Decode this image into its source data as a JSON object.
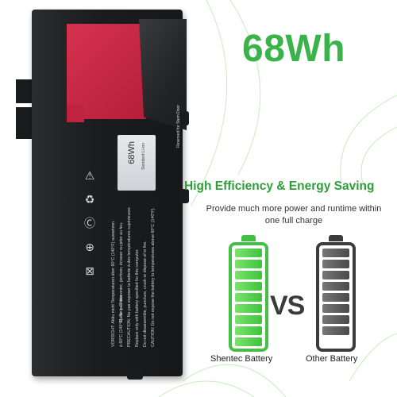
{
  "headline": "68Wh",
  "subheadline": "High Efficiency & Energy Saving",
  "description": "Provide much more power and runtime within one full charge",
  "vs_text": "VS",
  "comparison": {
    "left_label": "Shentec Battery",
    "right_label": "Other Battery"
  },
  "product": {
    "capacity_label": "68Wh",
    "sticker_small": "Standard Li-ion",
    "door_text": "Reserved for Stem Door",
    "caution_lines": [
      "CAUTION: Do not expose the battery to temperatures above 60°C (140°F).",
      "Do not disassemble, puncture, crush or dispose of in fire.",
      "Replace only with battery specified for this computer.",
      "PRECAUTION: Ne pas exposer la batterie à des températures supérieures",
      "à 60°C (140°F). Ne pas démonter, perforer, écraser ou jeter au feu.",
      "VORSICHT: Akku nicht Temperaturen über 60°C (140°F) aussetzen."
    ],
    "made_in": "Made in China"
  },
  "colors": {
    "accent_green": "#3ab34a",
    "subhead_green": "#2f9e3a",
    "good_battery": "#43c043",
    "other_battery": "#3c3c3c",
    "battery_body": "#1c1d1f",
    "red_label": "#c02341"
  },
  "icons": [
    "warning-triangle-icon",
    "recycle-icon",
    "ce-mark-icon",
    "no-bin-icon",
    "fcc-icon"
  ]
}
